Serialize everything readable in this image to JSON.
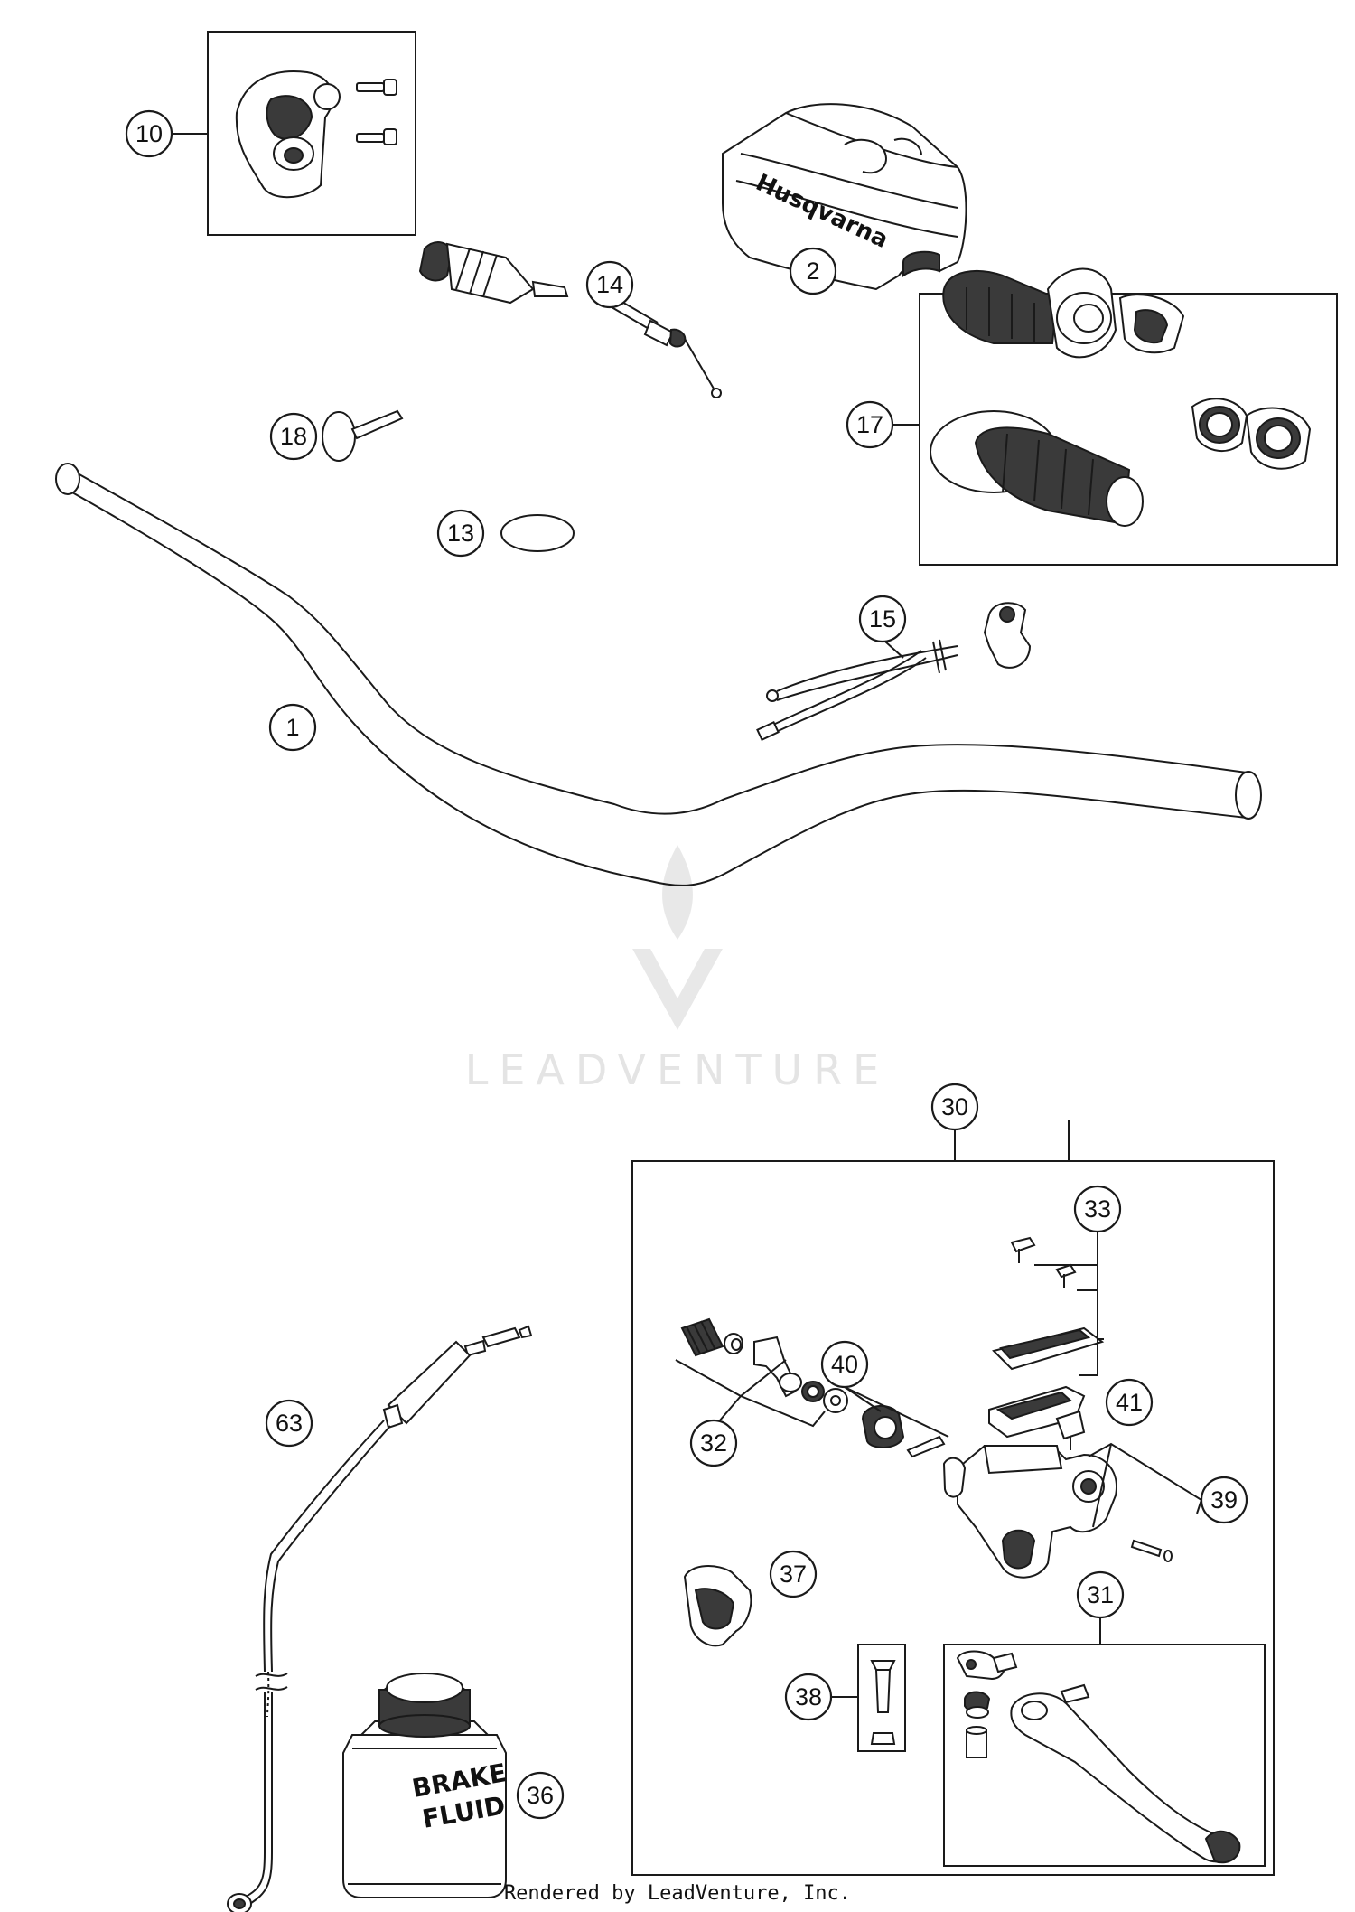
{
  "callouts": [
    "1",
    "2",
    "10",
    "13",
    "14",
    "15",
    "17",
    "18",
    "30",
    "31",
    "32",
    "33",
    "36",
    "37",
    "38",
    "39",
    "40",
    "41",
    "63"
  ],
  "grip_pad_brand": "Husqvarna",
  "fluid_label_line1": "BRAKE",
  "fluid_label_line2": "FLUID",
  "watermark": "LEADVENTURE",
  "footer": "Rendered by LeadVenture, Inc."
}
